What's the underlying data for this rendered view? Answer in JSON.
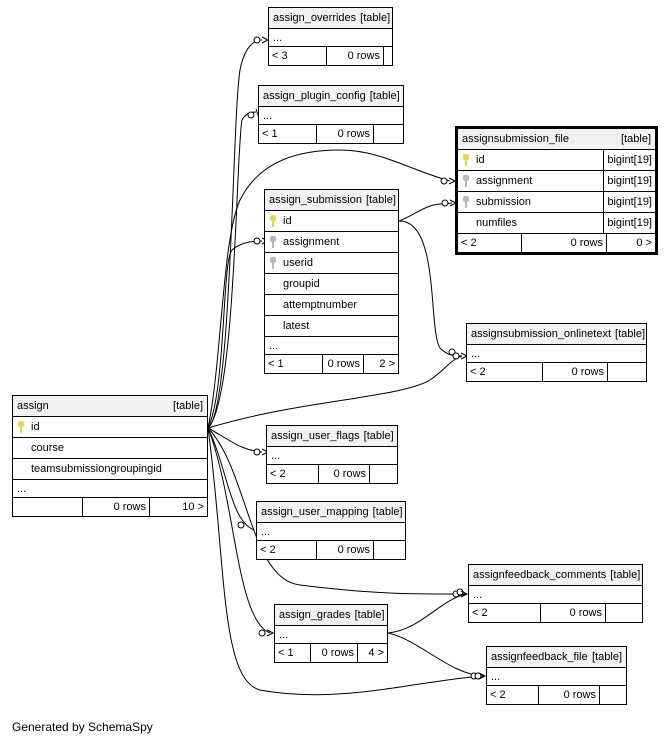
{
  "footer": "Generated by SchemaSpy",
  "colors": {
    "primary_key": "#e6d84a",
    "foreign_key": "#b8b8b8"
  },
  "tables": {
    "assign_overrides": {
      "name": "assign_overrides",
      "type": "[table]",
      "ellipsis": "...",
      "stats": [
        "< 3",
        "0 rows",
        ""
      ]
    },
    "assign_plugin_config": {
      "name": "assign_plugin_config",
      "type": "[table]",
      "ellipsis": "...",
      "stats": [
        "< 1",
        "0 rows",
        ""
      ]
    },
    "assignsubmission_file": {
      "name": "assignsubmission_file",
      "type": "[table]",
      "columns": [
        {
          "key": "primary-key",
          "name": "id",
          "dtype": "bigint[19]"
        },
        {
          "key": "foreign-key",
          "name": "assignment",
          "dtype": "bigint[19]"
        },
        {
          "key": "foreign-key",
          "name": "submission",
          "dtype": "bigint[19]"
        },
        {
          "key": "",
          "name": "numfiles",
          "dtype": "bigint[19]"
        }
      ],
      "stats": [
        "< 2",
        "0 rows",
        "0 >"
      ]
    },
    "assign_submission": {
      "name": "assign_submission",
      "type": "[table]",
      "columns": [
        {
          "key": "primary-key",
          "name": "id"
        },
        {
          "key": "foreign-key",
          "name": "assignment"
        },
        {
          "key": "foreign-key",
          "name": "userid"
        },
        {
          "key": "",
          "name": "groupid"
        },
        {
          "key": "",
          "name": "attemptnumber"
        },
        {
          "key": "",
          "name": "latest"
        }
      ],
      "ellipsis": "...",
      "stats": [
        "< 1",
        "0 rows",
        "2 >"
      ]
    },
    "assignsubmission_onlinetext": {
      "name": "assignsubmission_onlinetext",
      "type": "[table]",
      "ellipsis": "...",
      "stats": [
        "< 2",
        "0 rows",
        ""
      ]
    },
    "assign": {
      "name": "assign",
      "type": "[table]",
      "columns": [
        {
          "key": "primary-key",
          "name": "id"
        },
        {
          "key": "",
          "name": "course"
        },
        {
          "key": "",
          "name": "teamsubmissiongroupingid"
        }
      ],
      "ellipsis": "...",
      "stats": [
        "",
        "0 rows",
        "10 >"
      ]
    },
    "assign_user_flags": {
      "name": "assign_user_flags",
      "type": "[table]",
      "ellipsis": "...",
      "stats": [
        "< 2",
        "0 rows",
        ""
      ]
    },
    "assign_user_mapping": {
      "name": "assign_user_mapping",
      "type": "[table]",
      "ellipsis": "...",
      "stats": [
        "< 2",
        "0 rows",
        ""
      ]
    },
    "assignfeedback_comments": {
      "name": "assignfeedback_comments",
      "type": "[table]",
      "ellipsis": "...",
      "stats": [
        "< 2",
        "0 rows",
        ""
      ]
    },
    "assign_grades": {
      "name": "assign_grades",
      "type": "[table]",
      "ellipsis": "...",
      "stats": [
        "< 1",
        "0 rows",
        "4 >"
      ]
    },
    "assignfeedback_file": {
      "name": "assignfeedback_file",
      "type": "[table]",
      "ellipsis": "...",
      "stats": [
        "< 2",
        "0 rows",
        ""
      ]
    }
  }
}
